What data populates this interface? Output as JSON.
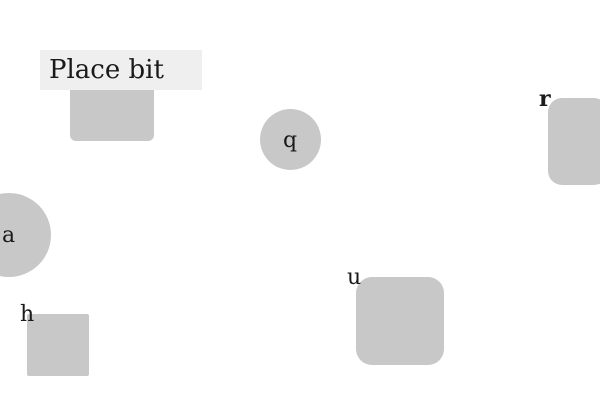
{
  "task": {
    "instruction": "Place bit"
  },
  "shapes": [
    {
      "id": "top-left-rounded-square",
      "kind": "rounded-square",
      "label": ""
    },
    {
      "id": "circle-q",
      "kind": "circle",
      "label": "q"
    },
    {
      "id": "rounded-square-r",
      "kind": "rounded-square",
      "label": "r"
    },
    {
      "id": "circle-a",
      "kind": "circle",
      "label": "a"
    },
    {
      "id": "square-h",
      "kind": "square",
      "label": "h"
    },
    {
      "id": "rounded-square-u",
      "kind": "rounded-square",
      "label": "u"
    }
  ],
  "colors": {
    "shape_fill": "#c8c8c8",
    "instruction_bg": "#efefef",
    "text": "#1a1a1a"
  }
}
